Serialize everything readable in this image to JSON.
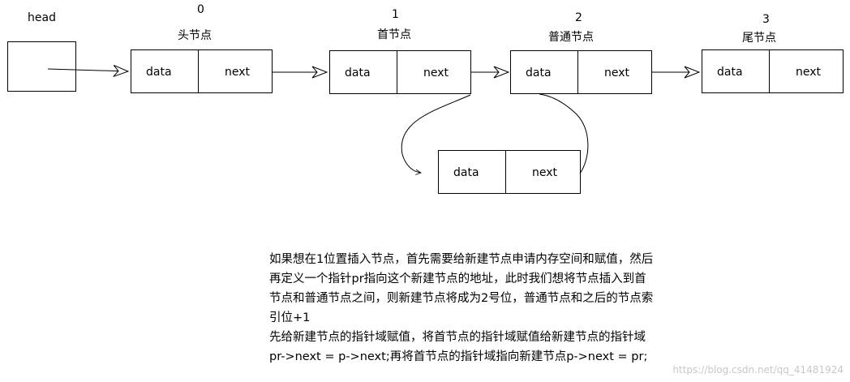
{
  "head": {
    "label": "head"
  },
  "nodes": [
    {
      "index": "0",
      "name": "头节点",
      "data": "data",
      "next": "next"
    },
    {
      "index": "1",
      "name": "首节点",
      "data": "data",
      "next": "next"
    },
    {
      "index": "2",
      "name": "普通节点",
      "data": "data",
      "next": "next"
    },
    {
      "index": "3",
      "name": "尾节点",
      "data": "data",
      "next": "next"
    }
  ],
  "new_node": {
    "data": "data",
    "next": "next"
  },
  "description": [
    "如果想在1位置插入节点，首先需要给新建节点申请内存空间和赋值，然后",
    "再定义一个指针pr指向这个新建节点的地址，此时我们想将节点插入到首",
    "节点和普通节点之间，则新建节点将成为2号位，普通节点和之后的节点索",
    "引位+1",
    "先给新建节点的指针域赋值，将首节点的指针域赋值给新建节点的指针域",
    "pr->next = p->next;再将首节点的指针域指向新建节点p->next = pr;"
  ],
  "watermark": "https://blog.csdn.net/qq_41481924"
}
